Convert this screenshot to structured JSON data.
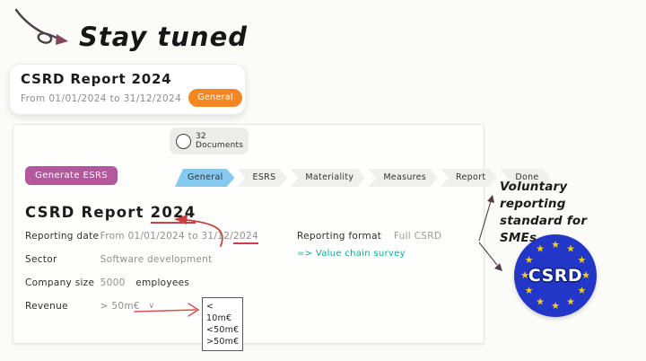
{
  "annotations": {
    "stay_tuned": "Stay tuned",
    "voluntary_line1": "Voluntary reporting",
    "voluntary_line2": "standard for SMEs",
    "eu_badge_text": "CSRD"
  },
  "preview_card": {
    "title": "CSRD Report 2024",
    "subtitle": "From 01/01/2024 to 31/12/2024",
    "badge": "General"
  },
  "panel": {
    "documents_badge": {
      "count": "32",
      "label": "Documents"
    },
    "generate_button_label": "Generate ESRS",
    "tabs": [
      {
        "label": "General"
      },
      {
        "label": "ESRS"
      },
      {
        "label": "Materiality"
      },
      {
        "label": "Measures"
      },
      {
        "label": "Report"
      },
      {
        "label": "Done"
      }
    ],
    "report_title_prefix": "CSRD Report ",
    "report_title_year": "2024",
    "fields": {
      "reporting_date": {
        "label": "Reporting date",
        "value_main": "From 01/01/2024 to 31/12/",
        "value_underlined": "2024"
      },
      "sector": {
        "label": "Sector",
        "value": "Software development"
      },
      "company_size": {
        "label": "Company size",
        "value": "5000",
        "suffix": "employees"
      },
      "revenue": {
        "label": "Revenue",
        "value": "> 50m€"
      }
    },
    "revenue_dropdown": {
      "options": [
        "< 10m€",
        "<50m€",
        ">50m€"
      ]
    },
    "reporting_format": {
      "label": "Reporting format",
      "value": "Full CSRD"
    },
    "value_chain_note": "=> Value chain survey"
  },
  "colors": {
    "badge_orange": "#f6861f",
    "generate_purple": "#b1599c",
    "active_tab_blue": "#85c9ef",
    "note_teal": "#14a99c",
    "annotation_red": "#cf4040",
    "annotation_dark": "#533c47",
    "eu_blue": "#2236c8",
    "star_gold": "#f6cf17"
  }
}
